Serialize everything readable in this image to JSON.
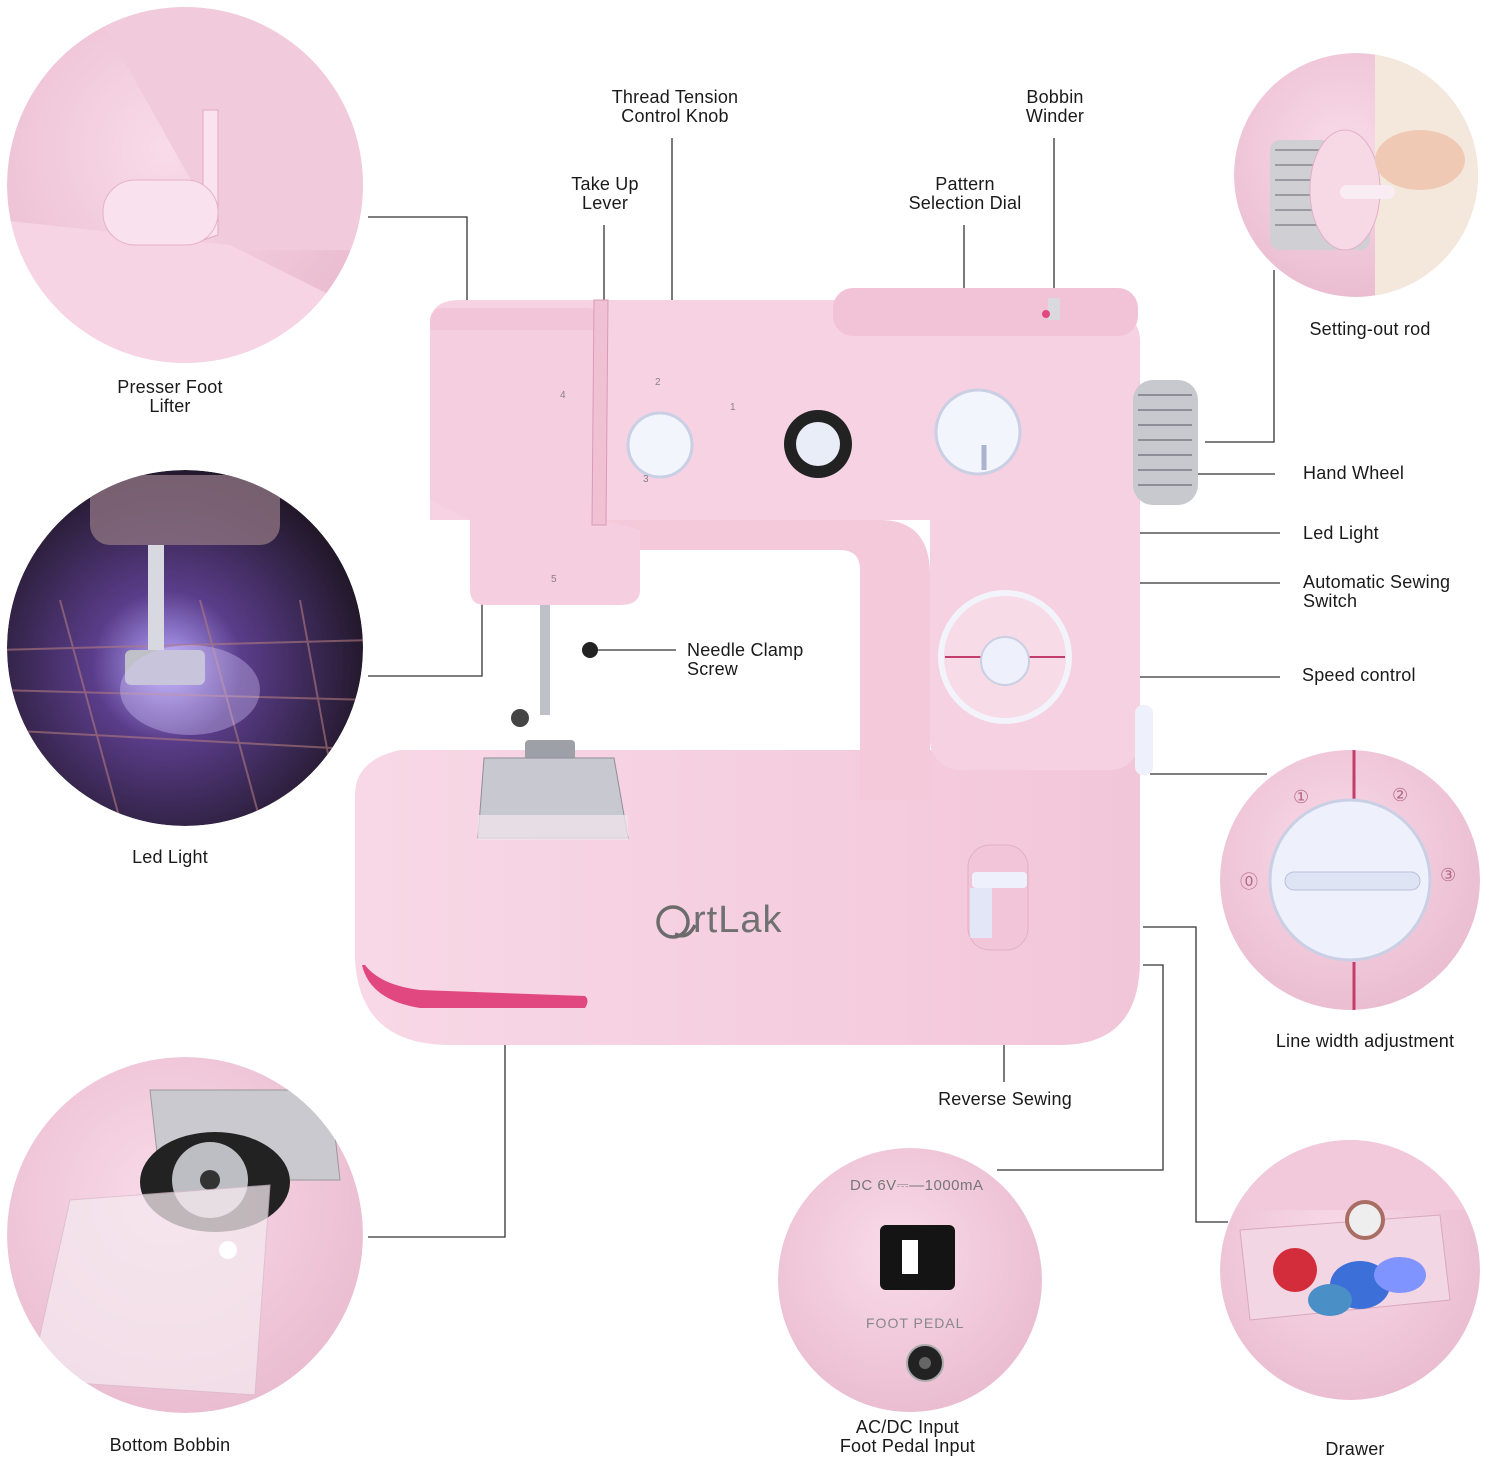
{
  "brand": "OrtLak",
  "brand_suffix": "rtLak",
  "labels": {
    "presser_foot_lifter": [
      "Presser Foot",
      "Lifter"
    ],
    "led_light_left": "Led Light",
    "bottom_bobbin": "Bottom Bobbin",
    "thread_tension": [
      "Thread Tension",
      "Control Knob"
    ],
    "take_up_lever": [
      "Take Up",
      "Lever"
    ],
    "pattern_dial": [
      "Pattern",
      "Selection Dial"
    ],
    "bobbin_winder": [
      "Bobbin",
      "Winder"
    ],
    "setting_out_rod": "Setting-out rod",
    "hand_wheel": "Hand Wheel",
    "led_light_right": "Led Light",
    "auto_sewing_switch": [
      "Automatic Sewing",
      "Switch"
    ],
    "speed_control": "Speed control",
    "needle_clamp": [
      "Needle Clamp",
      "Screw"
    ],
    "line_width": "Line width adjustment",
    "reverse_sewing": "Reverse Sewing",
    "acdc_input": [
      "AC/DC Input",
      "Foot Pedal Input"
    ],
    "drawer": "Drawer"
  },
  "detail_text": {
    "dc_rating": "DC 6V⎓—1000mA",
    "foot_pedal": "FOOT PEDAL",
    "dial_numbers": [
      "⓪",
      "①",
      "②",
      "③"
    ],
    "machine_numbers": [
      "1",
      "2",
      "3",
      "4",
      "5"
    ]
  },
  "colors": {
    "machine_pink": "#f4cfe0",
    "machine_shadow": "#e9b6cc",
    "accent_magenta": "#e0487f",
    "leader_line": "#333333"
  }
}
